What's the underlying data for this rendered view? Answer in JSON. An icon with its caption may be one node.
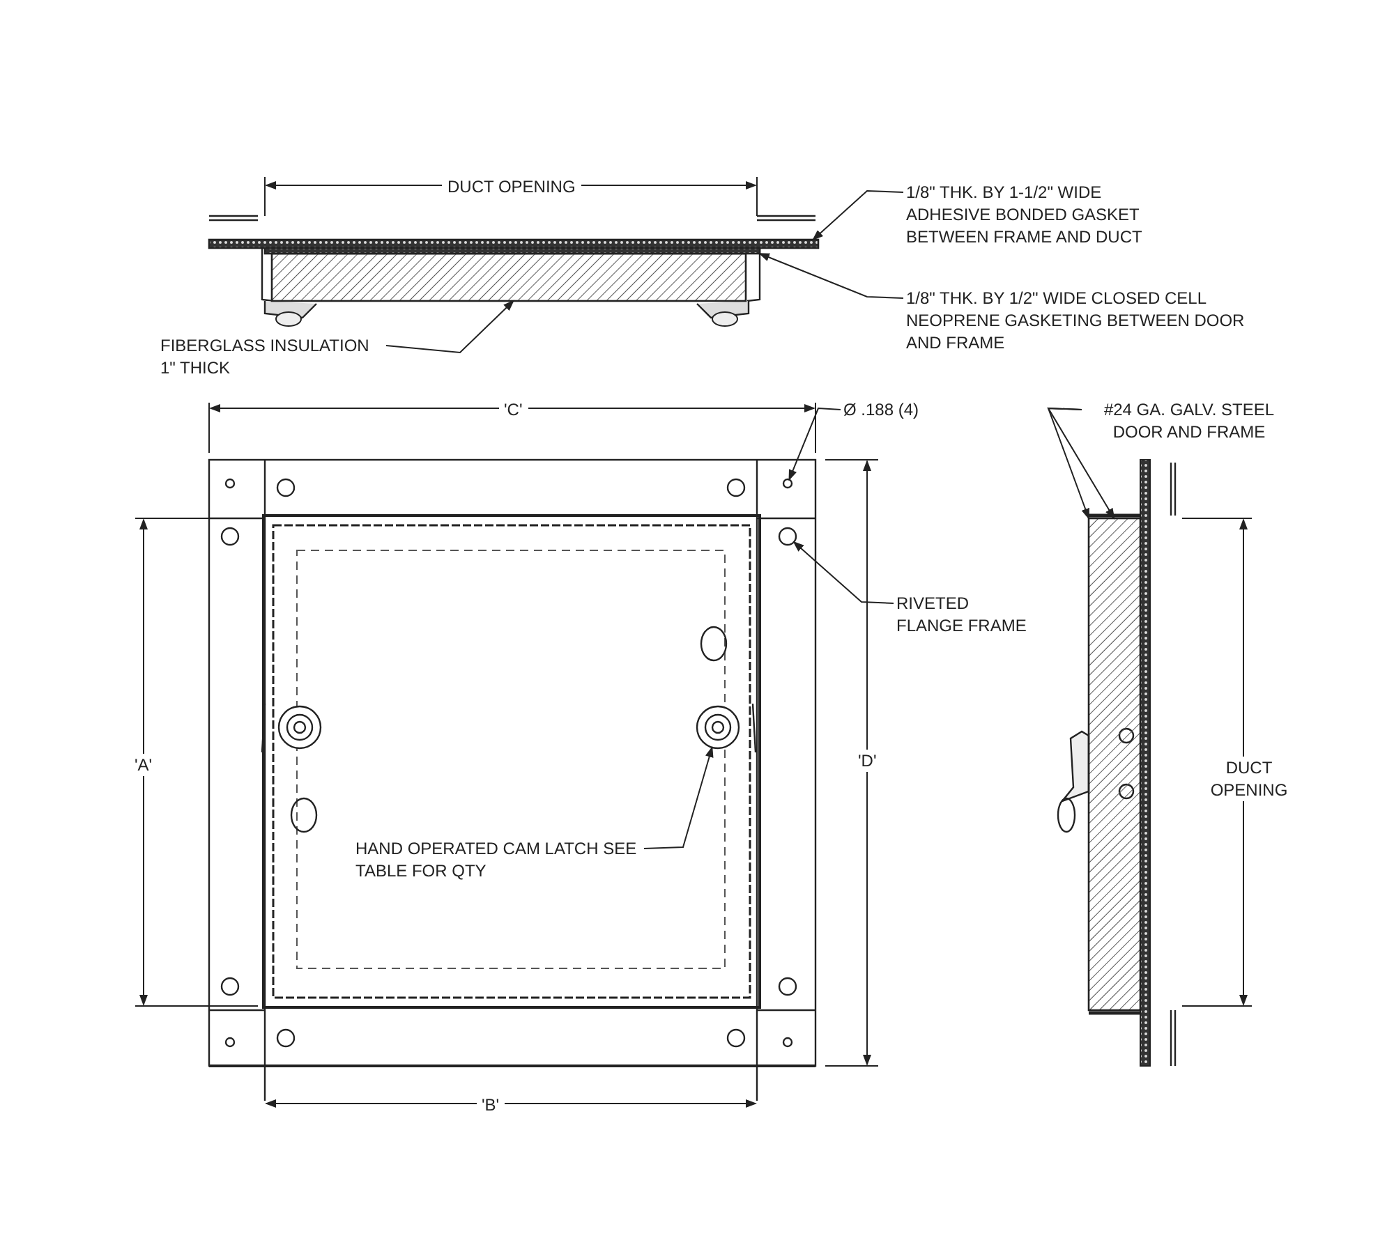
{
  "diagram": {
    "nodes": [
      {
        "text": [
          "1/8\" THK. BY 1-1/2\" WIDE ADHESIVE BONDED GASKET BETWEEN FRAME AND DUCT"
        ]
      },
      {
        "text": [
          "1/8\" THK. BY 1/2\" WIDE CLOSED CELL NEOPRENE GASKETING BETWEEN DOOR AND FRAME"
        ]
      },
      {
        "text": [
          "FIBERGLASS INSULATION 1\" THICK"
        ]
      },
      {
        "text": [
          "Ø .188 (4)"
        ]
      },
      {
        "text": [
          "#24 GA. GALV. STEEL DOOR AND FRAME"
        ]
      },
      {
        "text": [
          "RIVETED FLANGE FRAME"
        ]
      },
      {
        "text": [
          "HAND OPERATED CAM LATCH SEE TABLE FOR QTY"
        ]
      },
      {
        "text": [],
        "shape": "bar"
      },
      {
        "text": [],
        "shape": "bar"
      },
      {
        "text": [],
        "shape": "box"
      },
      {
        "text": [],
        "shape": "circle"
      },
      {
        "text": [],
        "shape": "box"
      },
      {
        "text": [],
        "shape": "circle"
      },
      {
        "text": [],
        "shape": "circle"
      }
    ],
    "edges": [
      {
        "from": 0,
        "to": 7,
        "arrow": "to"
      },
      {
        "from": 1,
        "to": 8,
        "arrow": "to"
      },
      {
        "from": 2,
        "to": 9,
        "arrow": "to"
      },
      {
        "from": 3,
        "to": 10,
        "arrow": "to"
      },
      {
        "from": 4,
        "to": 11,
        "arrow": "to"
      },
      {
        "from": 4,
        "to": 11,
        "arrow": "to"
      },
      {
        "from": 5,
        "to": 12,
        "arrow": "to"
      },
      {
        "from": 6,
        "to": 13,
        "arrow": "to"
      }
    ],
    "labels": [
      "DUCT OPENING",
      "'C'",
      "'A'",
      "'D'",
      "DUCT OPENING",
      "'B'"
    ]
  }
}
